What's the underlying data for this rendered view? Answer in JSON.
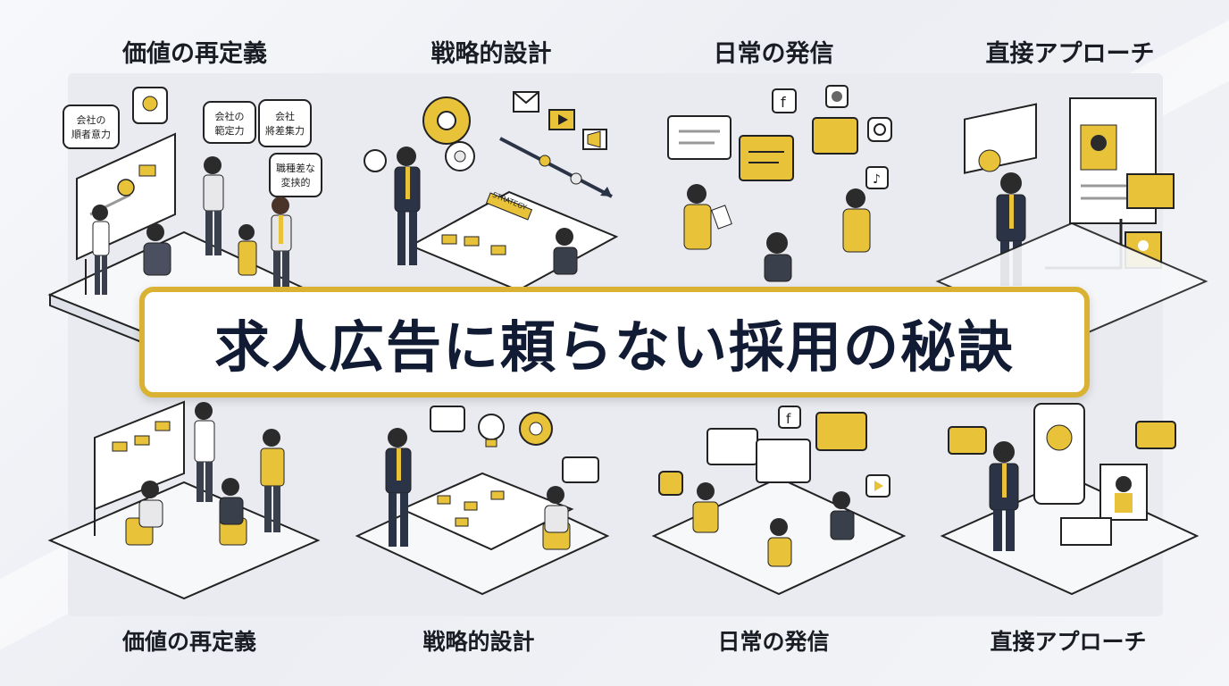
{
  "banner": {
    "title": "求人広告に頼らない採用の秘訣"
  },
  "top_labels": [
    "価値の再定義",
    "戦略的設計",
    "日常の発信",
    "直接アプローチ"
  ],
  "bottom_labels": [
    "価値の再定義",
    "戦略的設計",
    "日常の発信",
    "直接アプローチ"
  ],
  "bubbles": {
    "b1": "会社の",
    "b1b": "順者意力",
    "b2": "会社の",
    "b2b": "範定力",
    "b3": "会社",
    "b3b": "將差集力",
    "b4": "職種差な",
    "b4b": "変挟的"
  },
  "board_label": "STRATEGY",
  "colors": {
    "accent": "#e8c33a",
    "navy": "#2b3346",
    "platform": "#f4f5f8",
    "banner_border": "#d9b234",
    "banner_text": "#121b34"
  },
  "icons": [
    "facebook-icon",
    "twitter-icon",
    "instagram-icon",
    "tiktok-icon",
    "gear-icon",
    "lightbulb-icon",
    "mail-icon",
    "play-icon",
    "megaphone-icon",
    "person-icon"
  ]
}
